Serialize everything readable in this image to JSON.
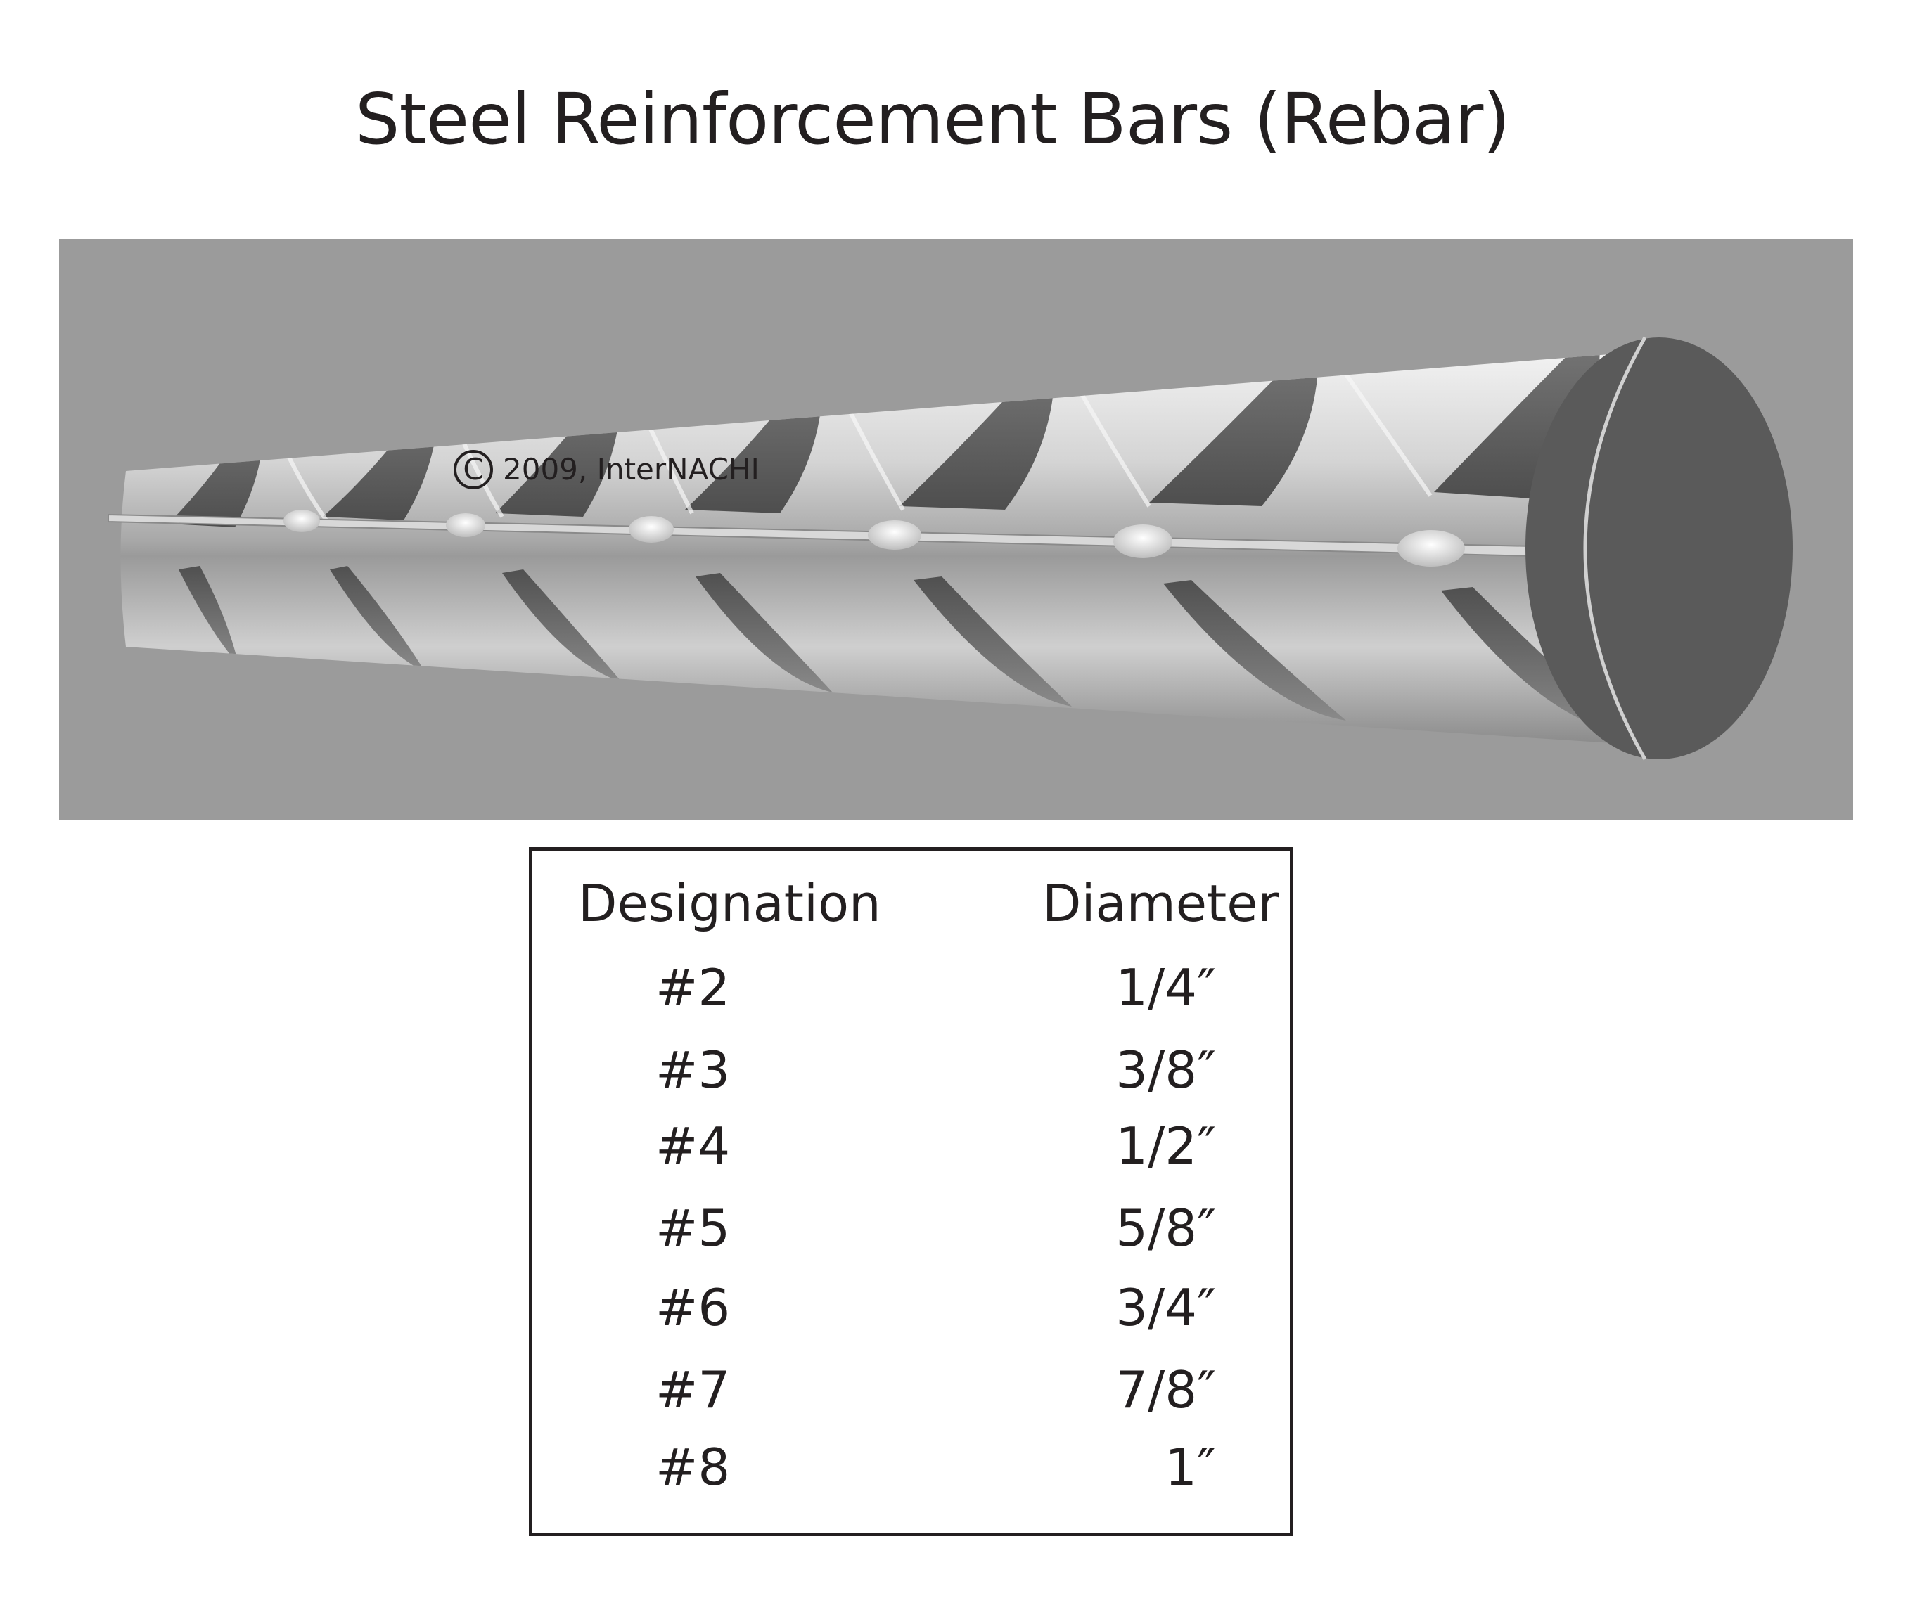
{
  "title": "Steel Reinforcement Bars (Rebar)",
  "illustration": {
    "subject": "deformed steel rebar with ribs",
    "copyright_symbol": "C",
    "copyright_text": "2009, InterNACHI"
  },
  "table": {
    "headers": [
      "Designation",
      "Diameter"
    ],
    "rows": [
      {
        "designation": "#2",
        "diameter": "1/4″"
      },
      {
        "designation": "#3",
        "diameter": "3/8″"
      },
      {
        "designation": "#4",
        "diameter": "1/2″"
      },
      {
        "designation": "#5",
        "diameter": "5/8″"
      },
      {
        "designation": "#6",
        "diameter": "3/4″"
      },
      {
        "designation": "#7",
        "diameter": "7/8″"
      },
      {
        "designation": "#8",
        "diameter": "1″"
      }
    ]
  },
  "colors": {
    "background": "#ffffff",
    "illustration_background": "#9b9b9b",
    "text": "#231f20",
    "bar_end_face": "#5a5a5a"
  }
}
